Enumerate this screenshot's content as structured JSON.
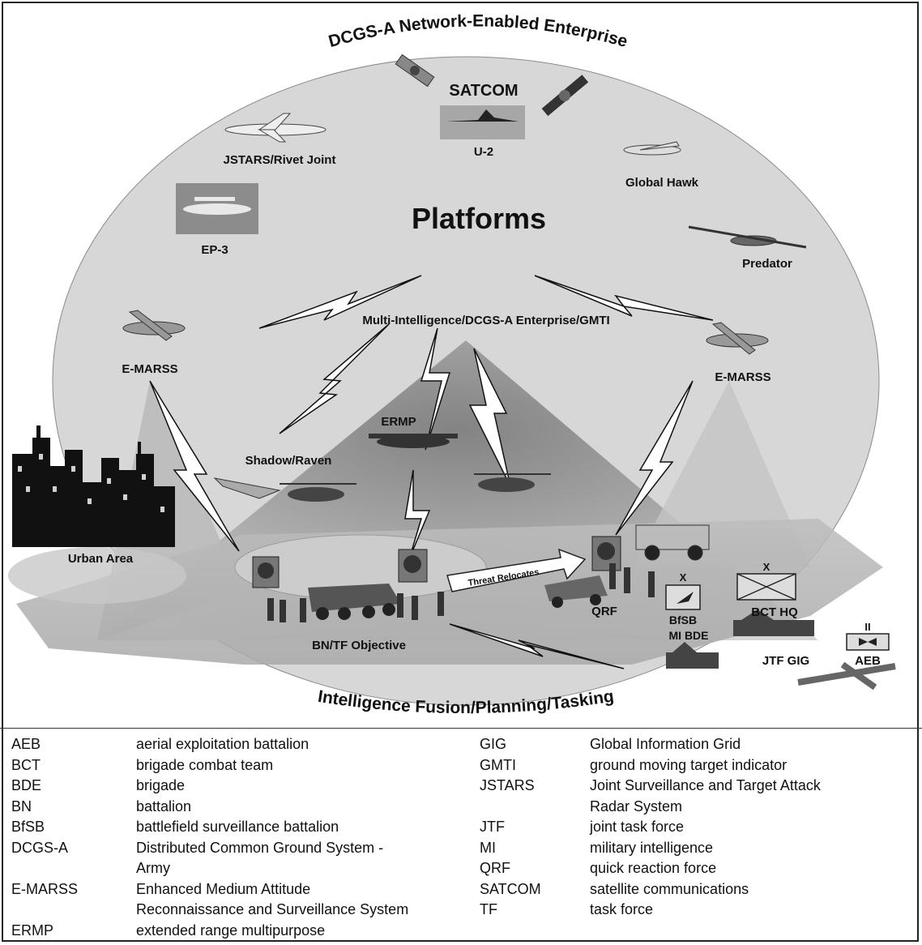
{
  "diagram": {
    "top_title": "DCGS-A Network-Enabled Enterprise",
    "bottom_title": "Intelligence Fusion/Planning/Tasking",
    "center_label": "Platforms",
    "link_label": "Multi-Intelligence/DCGS-A Enterprise/GMTI",
    "nodes": {
      "satcom": "SATCOM",
      "u2": "U-2",
      "jstars": "JSTARS/Rivet Joint",
      "global_hawk": "Global Hawk",
      "ep3": "EP-3",
      "predator": "Predator",
      "emarss_left": "E-MARSS",
      "emarss_right": "E-MARSS",
      "ermp": "ERMP",
      "shadow": "Shadow/Raven",
      "urban": "Urban Area",
      "objective": "BN/TF Objective",
      "threat": "Threat Relocates",
      "qrf": "QRF",
      "bfsb": "BfSB",
      "mi_bde": "MI BDE",
      "bct_hq": "BCT HQ",
      "jtf_gig": "JTF GIG",
      "aeb": "AEB",
      "x_symbol": "X",
      "ii_symbol": "II"
    }
  },
  "legend": {
    "left": [
      {
        "abbr": "AEB",
        "def": "aerial exploitation battalion"
      },
      {
        "abbr": "BCT",
        "def": "brigade combat team"
      },
      {
        "abbr": "BDE",
        "def": "brigade"
      },
      {
        "abbr": "BN",
        "def": "battalion"
      },
      {
        "abbr": "BfSB",
        "def": "battlefield surveillance battalion"
      },
      {
        "abbr": "DCGS-A",
        "def": "Distributed Common Ground System -"
      },
      {
        "abbr": "",
        "def": "Army"
      },
      {
        "abbr": "E-MARSS",
        "def": "Enhanced Medium Attitude"
      },
      {
        "abbr": "",
        "def": "Reconnaissance and Surveillance System"
      },
      {
        "abbr": "ERMP",
        "def": "extended range multipurpose"
      }
    ],
    "right": [
      {
        "abbr": "GIG",
        "def": "Global Information Grid"
      },
      {
        "abbr": "GMTI",
        "def": "ground moving target indicator"
      },
      {
        "abbr": "JSTARS",
        "def": "Joint Surveillance and Target Attack"
      },
      {
        "abbr": "",
        "def": "Radar System"
      },
      {
        "abbr": "JTF",
        "def": "joint task force"
      },
      {
        "abbr": "MI",
        "def": "military intelligence"
      },
      {
        "abbr": "QRF",
        "def": "quick reaction force"
      },
      {
        "abbr": "SATCOM",
        "def": "satellite communications"
      },
      {
        "abbr": "TF",
        "def": "task force"
      }
    ]
  }
}
